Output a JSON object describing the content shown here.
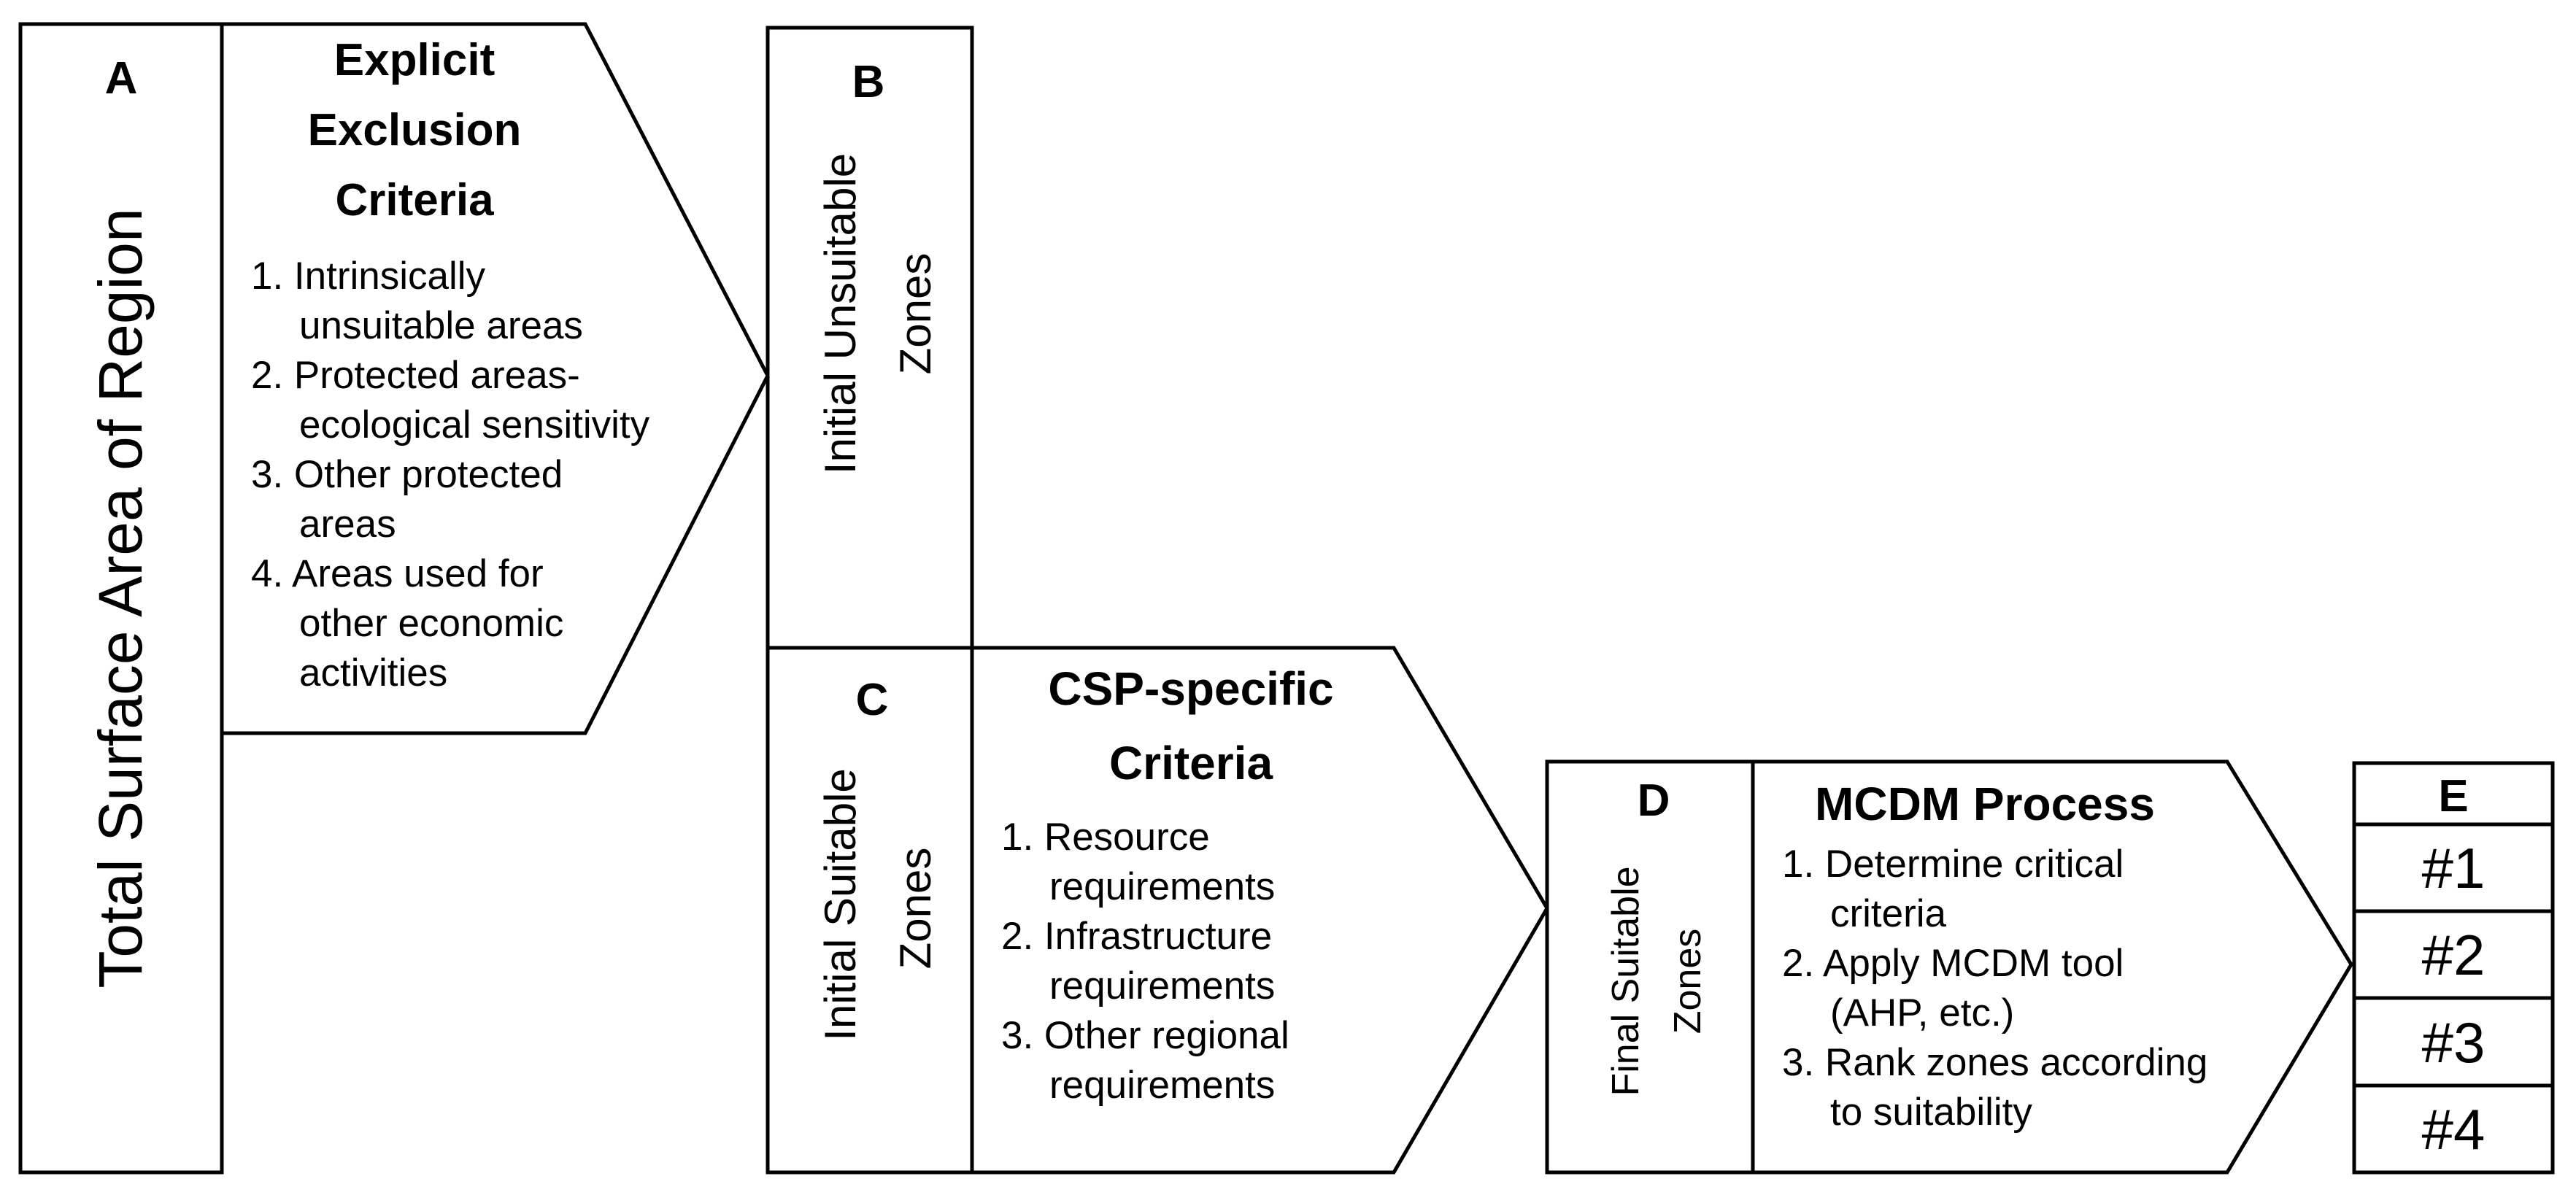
{
  "box_a": {
    "letter": "A",
    "title": "Total Surface Area of Region"
  },
  "exclusion": {
    "heading": [
      "Explicit",
      "Exclusion",
      "Criteria"
    ],
    "items": [
      [
        "1. Intrinsically",
        "unsuitable areas"
      ],
      [
        "2. Protected areas-",
        "ecological sensitivity"
      ],
      [
        "3. Other protected",
        "areas"
      ],
      [
        "4. Areas used for",
        "other economic",
        "activities"
      ]
    ]
  },
  "box_b": {
    "letter": "B",
    "title": [
      "Initial Unsuitable",
      "Zones"
    ]
  },
  "box_c": {
    "letter": "C",
    "title": [
      "Initial Suitable",
      "Zones"
    ]
  },
  "csp": {
    "heading": [
      "CSP-specific",
      "Criteria"
    ],
    "items": [
      [
        "1. Resource",
        "requirements"
      ],
      [
        "2. Infrastructure",
        "requirements"
      ],
      [
        "3. Other regional",
        "requirements"
      ]
    ]
  },
  "box_d": {
    "letter": "D",
    "title": [
      "Final Suitable",
      "Zones"
    ]
  },
  "mcdm": {
    "heading": "MCDM Process",
    "items": [
      [
        "1. Determine critical",
        "criteria"
      ],
      [
        "2. Apply MCDM tool",
        "(AHP, etc.)"
      ],
      [
        "3. Rank zones according",
        "to suitability"
      ]
    ]
  },
  "box_e": {
    "letter": "E",
    "ranks": [
      "#1",
      "#2",
      "#3",
      "#4"
    ]
  }
}
